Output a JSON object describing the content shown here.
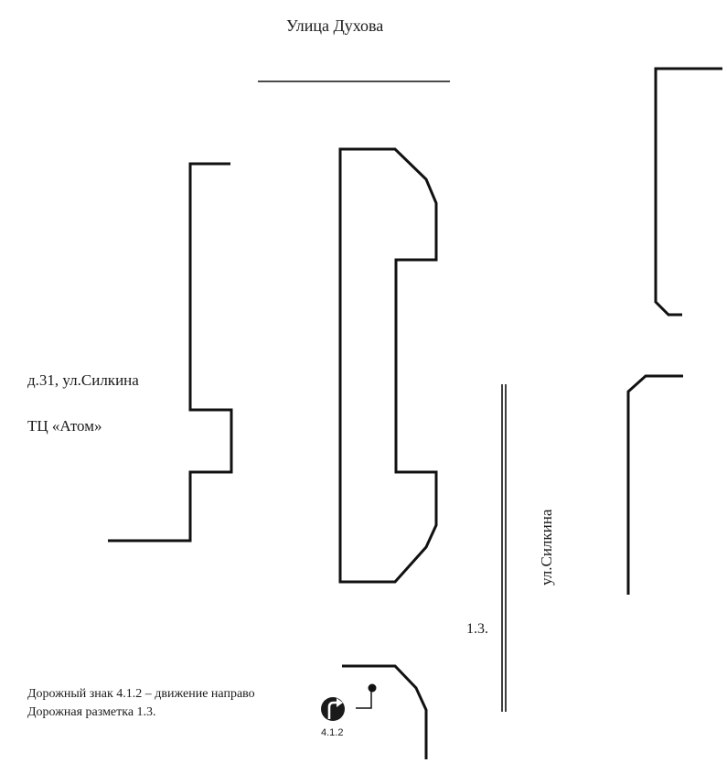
{
  "labels": {
    "street_top": "Улица Духова",
    "house": "д.31, ул.Силкина",
    "mall": "ТЦ «Атом»",
    "street_right": "ул.Силкина",
    "marking": "1.3."
  },
  "legend": {
    "sign_line": "Дорожный знак 4.1.2 – движение направо",
    "marking_line": "Дорожная разметка 1.3."
  },
  "sign": {
    "code": "4.1.2",
    "icon": "turn-right-arrow-icon",
    "color": "#1a1a1a"
  },
  "colors": {
    "line": "#111111",
    "background": "#ffffff"
  }
}
